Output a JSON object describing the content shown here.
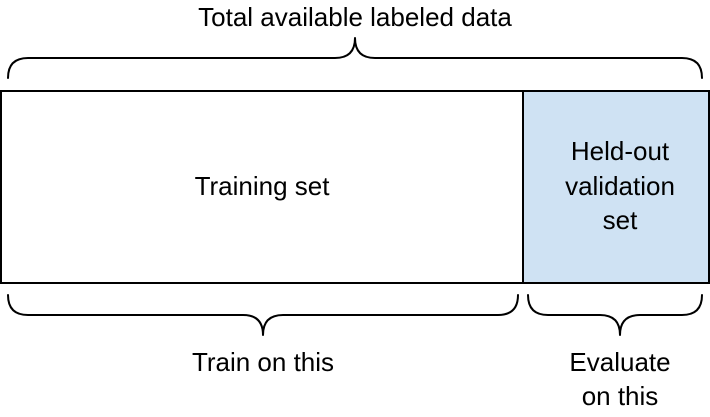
{
  "top_label": "Total available labeled data",
  "training_box": {
    "label": "Training set"
  },
  "validation_box": {
    "label_lines": [
      "Held-out",
      "validation",
      "set"
    ]
  },
  "train_label": "Train on this",
  "evaluate_label_lines": [
    "Evaluate",
    "on this"
  ],
  "colors": {
    "training_fill": "#ffffff",
    "validation_fill": "#cfe2f3",
    "stroke": "#000000"
  }
}
